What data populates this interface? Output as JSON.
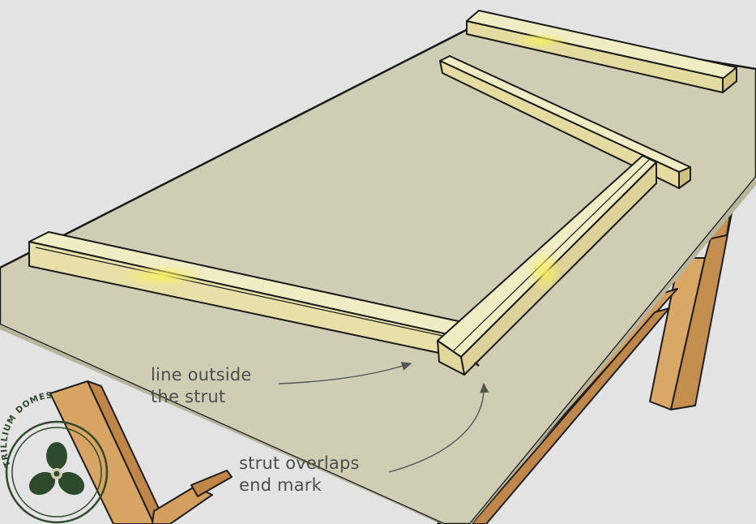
{
  "callouts": {
    "line_outside": {
      "line1": "line outside",
      "line2": "the strut"
    },
    "strut_overlaps": {
      "line1": "strut overlaps",
      "line2": "end mark"
    }
  },
  "logo": {
    "text": "TRILLIUM DOMES",
    "color": "#2e4a2c"
  },
  "colors": {
    "background": "#e3e3e3",
    "tabletop": "#cfceb4",
    "table_legs": "#d8a86a",
    "strut_light": "#ede6b4",
    "strut_shade": "#d9cf8f",
    "annotation_text": "#4d4d4d",
    "annotation_arrow": "#555555"
  }
}
